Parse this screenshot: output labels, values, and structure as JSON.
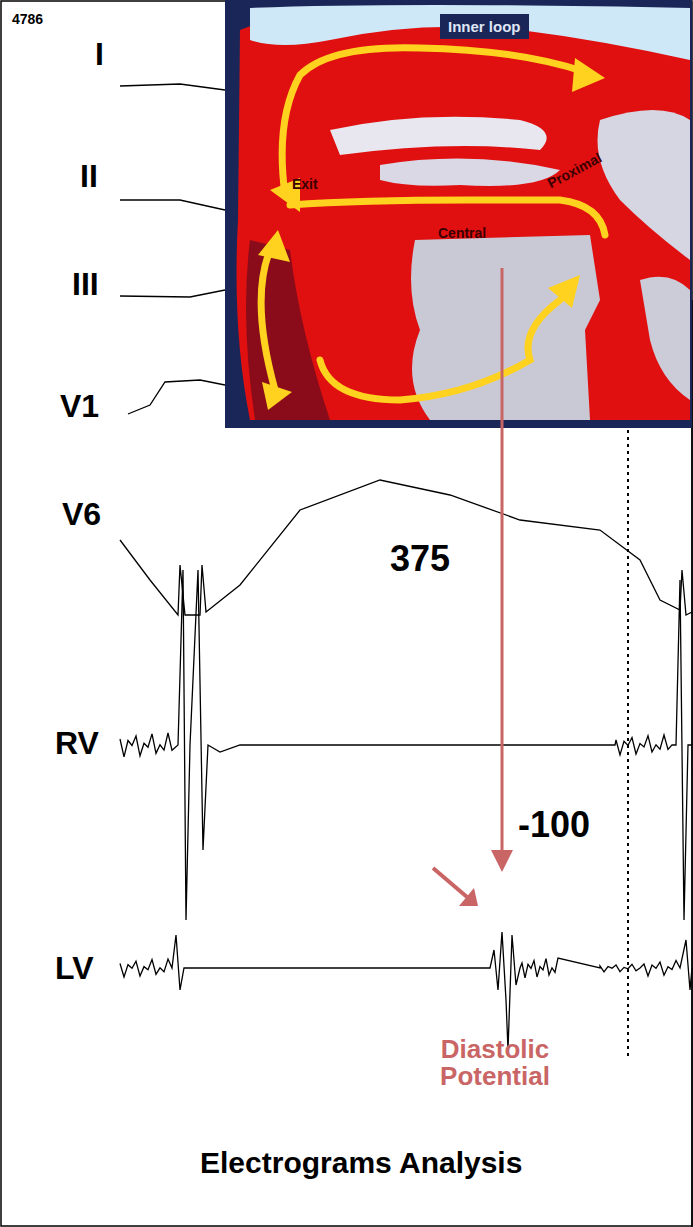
{
  "diagram": {
    "title": "Electrograms Analysis",
    "nodes": [
      {
        "text": [
          "Inner loop"
        ]
      }
    ],
    "labels": [
      "4786",
      "I",
      "II",
      "III",
      "V1",
      "V6",
      "RV",
      "LV",
      "Exit",
      "Proximal",
      "Central",
      "375",
      "-100",
      "Diastolic Potential"
    ]
  }
}
